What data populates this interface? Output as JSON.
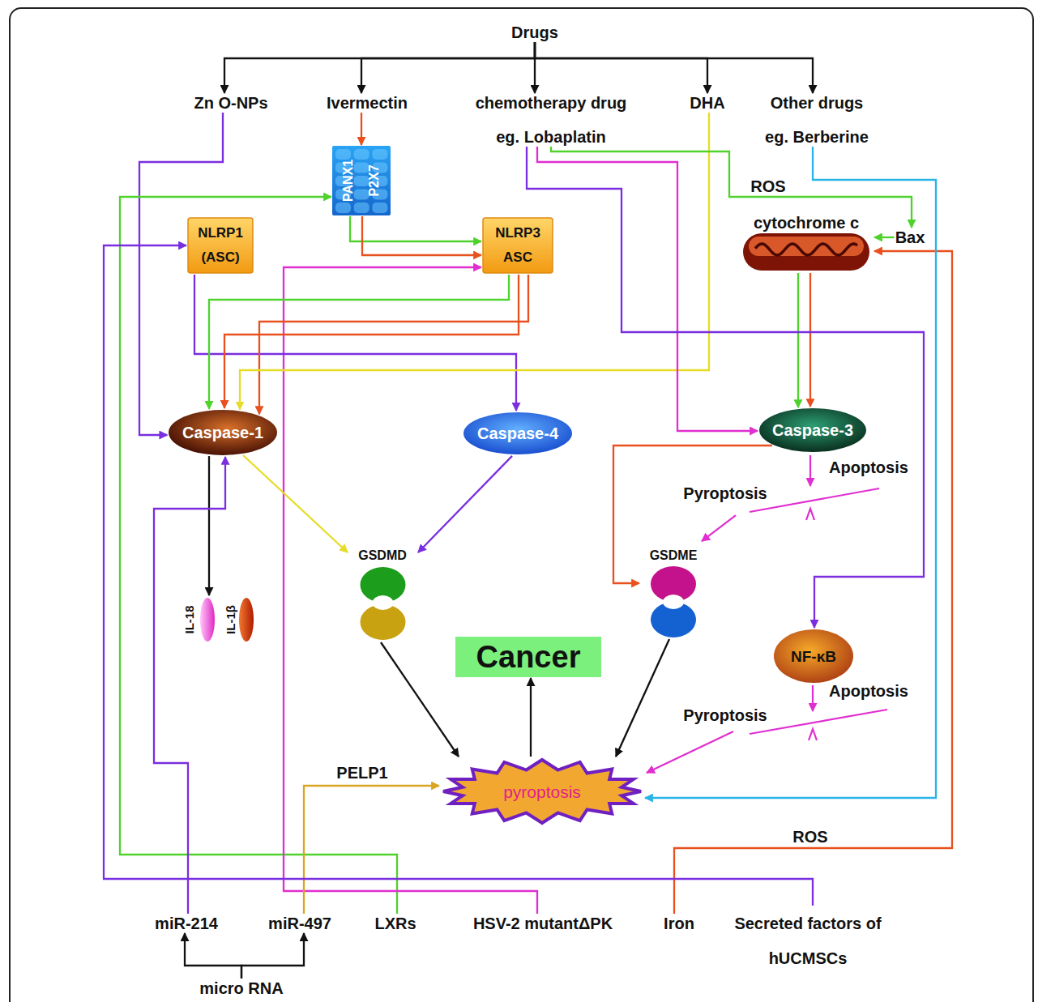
{
  "diagram": {
    "nodes": [
      {
        "text": [
          "Drugs"
        ]
      },
      {
        "text": [
          "Zn O-NPs"
        ]
      },
      {
        "text": [
          "Ivermectin"
        ]
      },
      {
        "text": [
          "chemotherapy drug",
          "eg. Lobaplatin"
        ]
      },
      {
        "text": [
          "DHA"
        ]
      },
      {
        "text": [
          "Other drugs",
          "eg. Berberine"
        ]
      },
      {
        "text": [
          "PANX1",
          "P2X7"
        ]
      },
      {
        "text": [
          "NLRP1",
          "(ASC)"
        ]
      },
      {
        "text": [
          "NLRP3",
          "ASC"
        ]
      },
      {
        "text": [
          "cytochrome c"
        ]
      },
      {
        "text": [
          "Bax"
        ]
      },
      {
        "text": [
          "Caspase-1"
        ]
      },
      {
        "text": [
          "Caspase-4"
        ]
      },
      {
        "text": [
          "Caspase-3"
        ]
      },
      {
        "text": [
          "GSDMD"
        ]
      },
      {
        "text": [
          "GSDME"
        ]
      },
      {
        "text": [
          "IL-18"
        ]
      },
      {
        "text": [
          "IL-1β"
        ]
      },
      {
        "text": [
          "NF-κB"
        ]
      },
      {
        "text": [
          "Cancer"
        ]
      },
      {
        "text": [
          "pyroptosis"
        ]
      },
      {
        "text": [
          "miR-214"
        ]
      },
      {
        "text": [
          "miR-497"
        ]
      },
      {
        "text": [
          "LXRs"
        ]
      },
      {
        "text": [
          "HSV-2 mutantΔPK"
        ]
      },
      {
        "text": [
          "Iron"
        ]
      },
      {
        "text": [
          "Secreted factors of hUCMSCs"
        ]
      },
      {
        "text": [
          "micro RNA"
        ]
      }
    ],
    "edges": [
      {
        "from": 0,
        "to": 1,
        "arrow": "to"
      },
      {
        "from": 0,
        "to": 2,
        "arrow": "to"
      },
      {
        "from": 0,
        "to": 3,
        "arrow": "to"
      },
      {
        "from": 0,
        "to": 4,
        "arrow": "to"
      },
      {
        "from": 0,
        "to": 5,
        "arrow": "to"
      },
      {
        "from": 1,
        "to": 11,
        "arrow": "to"
      },
      {
        "from": 2,
        "to": 6,
        "arrow": "to"
      },
      {
        "from": 23,
        "to": 6,
        "arrow": "to"
      },
      {
        "from": 6,
        "to": 8,
        "arrow": "to"
      },
      {
        "from": 6,
        "to": 8,
        "arrow": "to"
      },
      {
        "from": 24,
        "to": 8,
        "arrow": "to"
      },
      {
        "from": 7,
        "to": 12,
        "arrow": "to"
      },
      {
        "from": 8,
        "to": 11,
        "arrow": "to"
      },
      {
        "from": 8,
        "to": 11,
        "arrow": "to"
      },
      {
        "from": 8,
        "to": 11,
        "arrow": "to"
      },
      {
        "from": 4,
        "to": 11,
        "arrow": "to"
      },
      {
        "from": 3,
        "to": 10,
        "label": "ROS",
        "arrow": "to"
      },
      {
        "from": 10,
        "to": 9,
        "arrow": "to"
      },
      {
        "from": 25,
        "to": 9,
        "label": "ROS",
        "arrow": "to"
      },
      {
        "from": 9,
        "to": 13,
        "arrow": "to"
      },
      {
        "from": 9,
        "to": 13,
        "arrow": "to"
      },
      {
        "from": 3,
        "to": 13,
        "arrow": "to"
      },
      {
        "from": 3,
        "to": 18,
        "arrow": "to"
      },
      {
        "from": 5,
        "to": 20,
        "arrow": "to"
      },
      {
        "from": 11,
        "to": 16,
        "arrow": "to"
      },
      {
        "from": 11,
        "to": 14,
        "arrow": "to"
      },
      {
        "from": 12,
        "to": 14,
        "arrow": "to"
      },
      {
        "from": 13,
        "to": 15,
        "arrow": "to"
      },
      {
        "from": 14,
        "to": 20,
        "arrow": "to"
      },
      {
        "from": 15,
        "to": 20,
        "arrow": "to"
      },
      {
        "from": 20,
        "to": 19,
        "arrow": "to"
      },
      {
        "from": 21,
        "to": 11,
        "arrow": "to"
      },
      {
        "from": 22,
        "to": 20,
        "label": "PELP1",
        "arrow": "to"
      },
      {
        "from": 26,
        "to": 7,
        "arrow": "to"
      },
      {
        "from": 27,
        "to": 21,
        "arrow": "to"
      },
      {
        "from": 27,
        "to": 22,
        "arrow": "to"
      }
    ],
    "labels": [
      "Apoptosis",
      "Pyroptosis",
      "Apoptosis",
      "Pyroptosis"
    ]
  }
}
